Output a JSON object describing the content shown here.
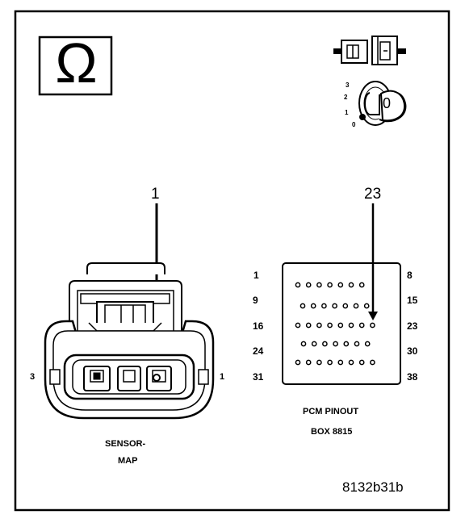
{
  "ohm_symbol": "Ω",
  "ignition": {
    "positions": [
      "3",
      "2",
      "1",
      "0"
    ],
    "key_label": "0"
  },
  "sensor": {
    "callout": "1",
    "left_pin": "3",
    "right_pin": "1",
    "name_line1": "SENSOR-",
    "name_line2": "MAP"
  },
  "pcm": {
    "callout": "23",
    "rows": [
      {
        "left": "1",
        "right": "8",
        "holes": 7
      },
      {
        "left": "9",
        "right": "15",
        "holes": 7
      },
      {
        "left": "16",
        "right": "23",
        "holes": 8
      },
      {
        "left": "24",
        "right": "30",
        "holes": 7
      },
      {
        "left": "31",
        "right": "38",
        "holes": 8
      }
    ],
    "caption_line1": "PCM PINOUT",
    "caption_line2": "BOX 8815"
  },
  "figure_id": "8132b31b"
}
